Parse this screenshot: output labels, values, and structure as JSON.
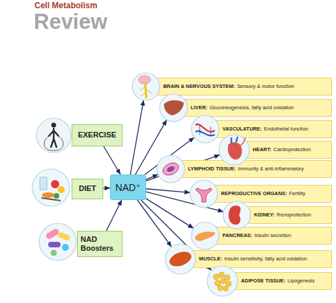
{
  "diagram": {
    "nodes": [
      {
        "text": [
          "EXERCISE"
        ]
      },
      {
        "text": [
          "DIET"
        ]
      },
      {
        "text": [
          "NAD Boosters"
        ]
      },
      {
        "text": [
          "NAD⁺"
        ]
      },
      {
        "text": [
          "BRAIN & NERVOUS SYSTEM:",
          "Sensory & motor function"
        ]
      },
      {
        "text": [
          "LIVER:",
          "Gluconeogenesis, fatty acid oxidation"
        ]
      },
      {
        "text": [
          "VASCULATURE:",
          "Endothelial function"
        ]
      },
      {
        "text": [
          "HEART:",
          "Cardioprotection"
        ]
      },
      {
        "text": [
          "LYMPHOID TISSUE:",
          "Immunity & anti-inflammatory"
        ]
      },
      {
        "text": [
          "REPRODUCTIVE ORGANS:",
          "Fertility"
        ]
      },
      {
        "text": [
          "KIDNEY:",
          "Renoprotection"
        ]
      },
      {
        "text": [
          "PANCREAS:",
          "Insulin secretion"
        ]
      },
      {
        "text": [
          "MUSCLE:",
          "Insulin sensitivity, fatty acid oxidation"
        ]
      },
      {
        "text": [
          "ADIPOSE TISSUE:",
          "Lipogenesis"
        ]
      }
    ],
    "edges": [
      {
        "from": 0,
        "to": 3,
        "arrow": "to"
      },
      {
        "from": 1,
        "to": 3,
        "arrow": "to"
      },
      {
        "from": 2,
        "to": 3,
        "arrow": "to"
      },
      {
        "from": 3,
        "to": 4,
        "arrow": "to"
      },
      {
        "from": 3,
        "to": 5,
        "arrow": "to"
      },
      {
        "from": 3,
        "to": 6,
        "arrow": "to"
      },
      {
        "from": 3,
        "to": 7,
        "arrow": "to"
      },
      {
        "from": 3,
        "to": 8,
        "arrow": "to"
      },
      {
        "from": 3,
        "to": 9,
        "arrow": "to"
      },
      {
        "from": 3,
        "to": 10,
        "arrow": "to"
      },
      {
        "from": 3,
        "to": 11,
        "arrow": "to"
      },
      {
        "from": 3,
        "to": 12,
        "arrow": "to"
      },
      {
        "from": 3,
        "to": 13,
        "arrow": "to"
      }
    ],
    "labels": [
      "Cell Metabolism",
      "Review"
    ]
  }
}
